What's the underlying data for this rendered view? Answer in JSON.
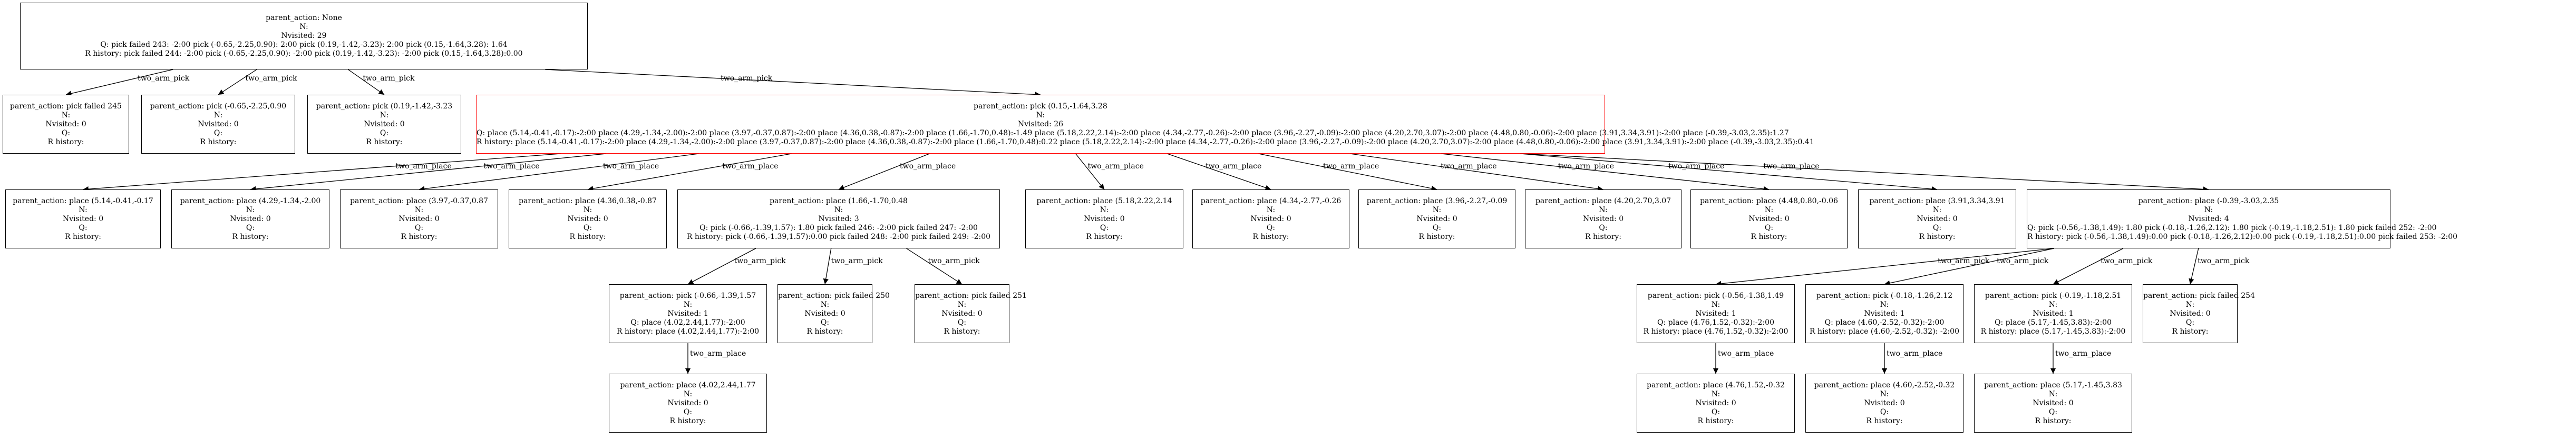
{
  "colors": {
    "edge": "#000000",
    "node_border": "#000000",
    "highlight_border": "#ff0000",
    "background": "#ffffff"
  },
  "nodes": [
    {
      "id": "root",
      "lines": [
        "parent_action: None",
        "N:",
        "Nvisited: 29",
        "Q: pick failed 243: -2:00 pick (-0.65,-2.25,0.90): 2:00 pick (0.19,-1.42,-3.23): 2:00 pick (0.15,-1.64,3.28): 1.64",
        "R history: pick failed 244: -2:00 pick (-0.65,-2.25,0.90): -2:00 pick (0.19,-1.42,-3.23): -2:00 pick (0.15,-1.64,3.28):0.00"
      ]
    },
    {
      "id": "pf245",
      "lines": [
        "parent_action: pick failed 245",
        "N:",
        "Nvisited: 0",
        "Q:",
        "R history:"
      ]
    },
    {
      "id": "p_065",
      "lines": [
        "parent_action: pick (-0.65,-2.25,0.90",
        "N:",
        "Nvisited: 0",
        "Q:",
        "R history:"
      ]
    },
    {
      "id": "p_019",
      "lines": [
        "parent_action: pick (0.19,-1.42,-3.23",
        "N:",
        "Nvisited: 0",
        "Q:",
        "R history:"
      ]
    },
    {
      "id": "p_015",
      "highlight": true,
      "lines": [
        "parent_action: pick (0.15,-1.64,3.28",
        "N:",
        "Nvisited: 26",
        "Q: place (5.14,-0.41,-0.17):-2:00 place (4.29,-1.34,-2.00):-2:00 place (3.97,-0.37,0.87):-2:00 place (4.36,0.38,-0.87):-2:00 place (1.66,-1.70,0.48):-1.49 place (5.18,2.22,2.14):-2:00 place (4.34,-2.77,-0.26):-2:00 place (3.96,-2.27,-0.09):-2:00 place (4.20,2.70,3.07):-2:00 place (4.48,0.80,-0.06):-2:00 place (3.91,3.34,3.91):-2:00 place (-0.39,-3.03,2.35):1.27",
        "R history: place (5.14,-0.41,-0.17):-2:00 place (4.29,-1.34,-2.00):-2:00 place (3.97,-0.37,0.87):-2:00 place (4.36,0.38,-0.87):-2:00 place (1.66,-1.70,0.48):0.22 place (5.18,2.22,2.14):-2:00 place (4.34,-2.77,-0.26):-2:00 place (3.96,-2.27,-0.09):-2:00 place (4.20,2.70,3.07):-2:00 place (4.48,0.80,-0.06):-2:00 place (3.91,3.34,3.91):-2:00 place (-0.39,-3.03,2.35):0.41"
      ]
    },
    {
      "id": "pl_514",
      "lines": [
        "parent_action: place (5.14,-0.41,-0.17",
        "N:",
        "Nvisited: 0",
        "Q:",
        "R history:"
      ]
    },
    {
      "id": "pl_429",
      "lines": [
        "parent_action: place (4.29,-1.34,-2.00",
        "N:",
        "Nvisited: 0",
        "Q:",
        "R history:"
      ]
    },
    {
      "id": "pl_397",
      "lines": [
        "parent_action: place (3.97,-0.37,0.87",
        "N:",
        "Nvisited: 0",
        "Q:",
        "R history:"
      ]
    },
    {
      "id": "pl_436",
      "lines": [
        "parent_action: place (4.36,0.38,-0.87",
        "N:",
        "Nvisited: 0",
        "Q:",
        "R history:"
      ]
    },
    {
      "id": "pl_166",
      "lines": [
        "parent_action: place (1.66,-1.70,0.48",
        "N:",
        "Nvisited: 3",
        "Q: pick (-0.66,-1.39,1.57): 1.80 pick failed 246: -2:00 pick failed 247: -2:00",
        "R history: pick (-0.66,-1.39,1.57):0.00 pick failed 248: -2:00 pick failed 249: -2:00"
      ]
    },
    {
      "id": "pl_518",
      "lines": [
        "parent_action: place (5.18,2.22,2.14",
        "N:",
        "Nvisited: 0",
        "Q:",
        "R history:"
      ]
    },
    {
      "id": "pl_434",
      "lines": [
        "parent_action: place (4.34,-2.77,-0.26",
        "N:",
        "Nvisited: 0",
        "Q:",
        "R history:"
      ]
    },
    {
      "id": "pl_396",
      "lines": [
        "parent_action: place (3.96,-2.27,-0.09",
        "N:",
        "Nvisited: 0",
        "Q:",
        "R history:"
      ]
    },
    {
      "id": "pl_420",
      "lines": [
        "parent_action: place (4.20,2.70,3.07",
        "N:",
        "Nvisited: 0",
        "Q:",
        "R history:"
      ]
    },
    {
      "id": "pl_448",
      "lines": [
        "parent_action: place (4.48,0.80,-0.06",
        "N:",
        "Nvisited: 0",
        "Q:",
        "R history:"
      ]
    },
    {
      "id": "pl_391",
      "lines": [
        "parent_action: place (3.91,3.34,3.91",
        "N:",
        "Nvisited: 0",
        "Q:",
        "R history:"
      ]
    },
    {
      "id": "pl_039",
      "lines": [
        "parent_action: place (-0.39,-3.03,2.35",
        "N:",
        "Nvisited: 4",
        "Q: pick (-0.56,-1.38,1.49): 1.80 pick (-0.18,-1.26,2.12): 1.80 pick (-0.19,-1.18,2.51): 1.80 pick failed 252: -2:00",
        "R history: pick (-0.56,-1.38,1.49):0.00 pick (-0.18,-1.26,2.12):0.00 pick (-0.19,-1.18,2.51):0.00 pick failed 253: -2:00"
      ]
    },
    {
      "id": "pk_066",
      "lines": [
        "parent_action: pick (-0.66,-1.39,1.57",
        "N:",
        "Nvisited: 1",
        "Q: place (4.02,2.44,1.77):-2:00",
        "R history: place (4.02,2.44,1.77):-2:00"
      ]
    },
    {
      "id": "pf250",
      "lines": [
        "parent_action: pick failed 250",
        "N:",
        "Nvisited: 0",
        "Q:",
        "R history:"
      ]
    },
    {
      "id": "pf251",
      "lines": [
        "parent_action: pick failed 251",
        "N:",
        "Nvisited: 0",
        "Q:",
        "R history:"
      ]
    },
    {
      "id": "pk_056",
      "lines": [
        "parent_action: pick (-0.56,-1.38,1.49",
        "N:",
        "Nvisited: 1",
        "Q: place (4.76,1.52,-0.32):-2:00",
        "R history: place (4.76,1.52,-0.32):-2:00"
      ]
    },
    {
      "id": "pk_018",
      "lines": [
        "parent_action: pick (-0.18,-1.26,2.12",
        "N:",
        "Nvisited: 1",
        "Q: place (4.60,-2.52,-0.32):-2:00",
        "R history: place (4.60,-2.52,-0.32): -2:00"
      ]
    },
    {
      "id": "pk_019b",
      "lines": [
        "parent_action: pick (-0.19,-1.18,2.51",
        "N:",
        "Nvisited: 1",
        "Q: place (5.17,-1.45,3.83):-2:00",
        "R history: place (5.17,-1.45,3.83):-2:00"
      ]
    },
    {
      "id": "pf254",
      "lines": [
        "parent_action: pick failed 254",
        "N:",
        "Nvisited: 0",
        "Q:",
        "R history:"
      ]
    },
    {
      "id": "pl_402",
      "lines": [
        "parent_action: place (4.02,2.44,1.77",
        "N:",
        "Nvisited: 0",
        "Q:",
        "R history:"
      ]
    },
    {
      "id": "pl_476",
      "lines": [
        "parent_action: place (4.76,1.52,-0.32",
        "N:",
        "Nvisited: 0",
        "Q:",
        "R history:"
      ]
    },
    {
      "id": "pl_460",
      "lines": [
        "parent_action: place (4.60,-2.52,-0.32",
        "N:",
        "Nvisited: 0",
        "Q:",
        "R history:"
      ]
    },
    {
      "id": "pl_517",
      "lines": [
        "parent_action: place (5.17,-1.45,3.83",
        "N:",
        "Nvisited: 0",
        "Q:",
        "R history:"
      ]
    }
  ],
  "edges": [
    {
      "from": "root",
      "to": "pf245",
      "label": "two_arm_pick"
    },
    {
      "from": "root",
      "to": "p_065",
      "label": "two_arm_pick"
    },
    {
      "from": "root",
      "to": "p_019",
      "label": "two_arm_pick"
    },
    {
      "from": "root",
      "to": "p_015",
      "label": "two_arm_pick"
    },
    {
      "from": "p_015",
      "to": "pl_514",
      "label": "two_arm_place"
    },
    {
      "from": "p_015",
      "to": "pl_429",
      "label": "two_arm_place"
    },
    {
      "from": "p_015",
      "to": "pl_397",
      "label": "two_arm_place"
    },
    {
      "from": "p_015",
      "to": "pl_436",
      "label": "two_arm_place"
    },
    {
      "from": "p_015",
      "to": "pl_166",
      "label": "two_arm_place"
    },
    {
      "from": "p_015",
      "to": "pl_518",
      "label": "two_arm_place"
    },
    {
      "from": "p_015",
      "to": "pl_434",
      "label": "two_arm_place"
    },
    {
      "from": "p_015",
      "to": "pl_396",
      "label": "two_arm_place"
    },
    {
      "from": "p_015",
      "to": "pl_420",
      "label": "two_arm_place"
    },
    {
      "from": "p_015",
      "to": "pl_448",
      "label": "two_arm_place"
    },
    {
      "from": "p_015",
      "to": "pl_391",
      "label": "two_arm_place"
    },
    {
      "from": "p_015",
      "to": "pl_039",
      "label": "two_arm_place"
    },
    {
      "from": "pl_166",
      "to": "pk_066",
      "label": "two_arm_pick"
    },
    {
      "from": "pl_166",
      "to": "pf250",
      "label": "two_arm_pick"
    },
    {
      "from": "pl_166",
      "to": "pf251",
      "label": "two_arm_pick"
    },
    {
      "from": "pl_039",
      "to": "pk_056",
      "label": "two_arm_pick"
    },
    {
      "from": "pl_039",
      "to": "pk_018",
      "label": "two_arm_pick"
    },
    {
      "from": "pl_039",
      "to": "pk_019b",
      "label": "two_arm_pick"
    },
    {
      "from": "pl_039",
      "to": "pf254",
      "label": "two_arm_pick"
    },
    {
      "from": "pk_066",
      "to": "pl_402",
      "label": "two_arm_place"
    },
    {
      "from": "pk_056",
      "to": "pl_476",
      "label": "two_arm_place"
    },
    {
      "from": "pk_018",
      "to": "pl_460",
      "label": "two_arm_place"
    },
    {
      "from": "pk_019b",
      "to": "pl_517",
      "label": "two_arm_place"
    }
  ]
}
